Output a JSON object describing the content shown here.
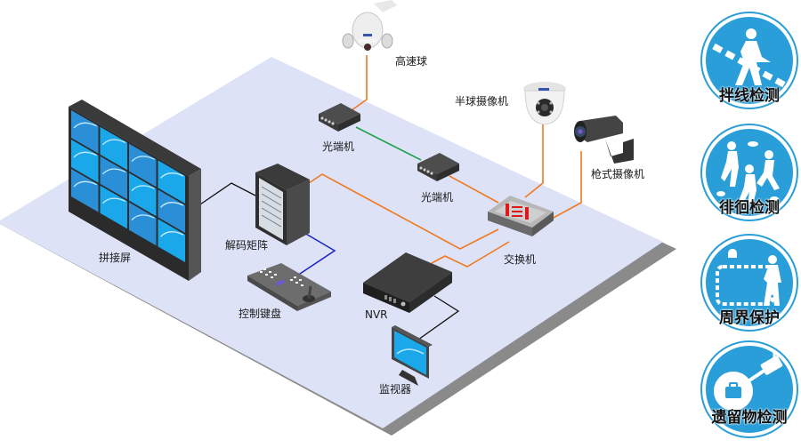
{
  "diagram": {
    "title": "视频监控系统拓扑图",
    "devices": {
      "speed_dome": "高速球",
      "fiber_transceiver_1": "光端机",
      "fiber_transceiver_2": "光端机",
      "dome_camera": "半球摄像机",
      "bullet_camera": "枪式摄像机",
      "switch": "交换机",
      "video_wall": "拼接屏",
      "decoder_matrix": "解码矩阵",
      "control_keyboard": "控制键盘",
      "nvr": "NVR",
      "monitor": "监视器"
    },
    "connections": [
      {
        "from": "speed_dome",
        "to": "fiber_transceiver_1",
        "type": "network",
        "color": "#f07820"
      },
      {
        "from": "fiber_transceiver_1",
        "to": "fiber_transceiver_2",
        "type": "fiber",
        "color": "#22a050"
      },
      {
        "from": "fiber_transceiver_2",
        "to": "switch",
        "type": "network",
        "color": "#f07820"
      },
      {
        "from": "dome_camera",
        "to": "switch",
        "type": "network",
        "color": "#f07820"
      },
      {
        "from": "bullet_camera",
        "to": "switch",
        "type": "network",
        "color": "#f07820"
      },
      {
        "from": "decoder_matrix",
        "to": "switch",
        "type": "network",
        "color": "#f07820"
      },
      {
        "from": "nvr",
        "to": "switch",
        "type": "network",
        "color": "#f07820"
      },
      {
        "from": "video_wall",
        "to": "decoder_matrix",
        "type": "video",
        "color": "#111111"
      },
      {
        "from": "decoder_matrix",
        "to": "control_keyboard",
        "type": "control",
        "color": "#1a22c8"
      },
      {
        "from": "nvr",
        "to": "monitor",
        "type": "video",
        "color": "#111111"
      }
    ]
  },
  "features": [
    {
      "label": "拌线检测",
      "icon": "tripwire-icon"
    },
    {
      "label": "徘徊检测",
      "icon": "loitering-icon"
    },
    {
      "label": "周界保护",
      "icon": "perimeter-icon"
    },
    {
      "label": "遗留物检测",
      "icon": "abandoned-object-icon"
    }
  ],
  "colors": {
    "platform": "#dde2f6",
    "platform_edge": "#8a8a8a",
    "network_line": "#f07820",
    "fiber_line": "#22a050",
    "control_line": "#1a22c8",
    "badge_blue": "#2a9ed8",
    "screen_blue": "#1aa8ea"
  }
}
